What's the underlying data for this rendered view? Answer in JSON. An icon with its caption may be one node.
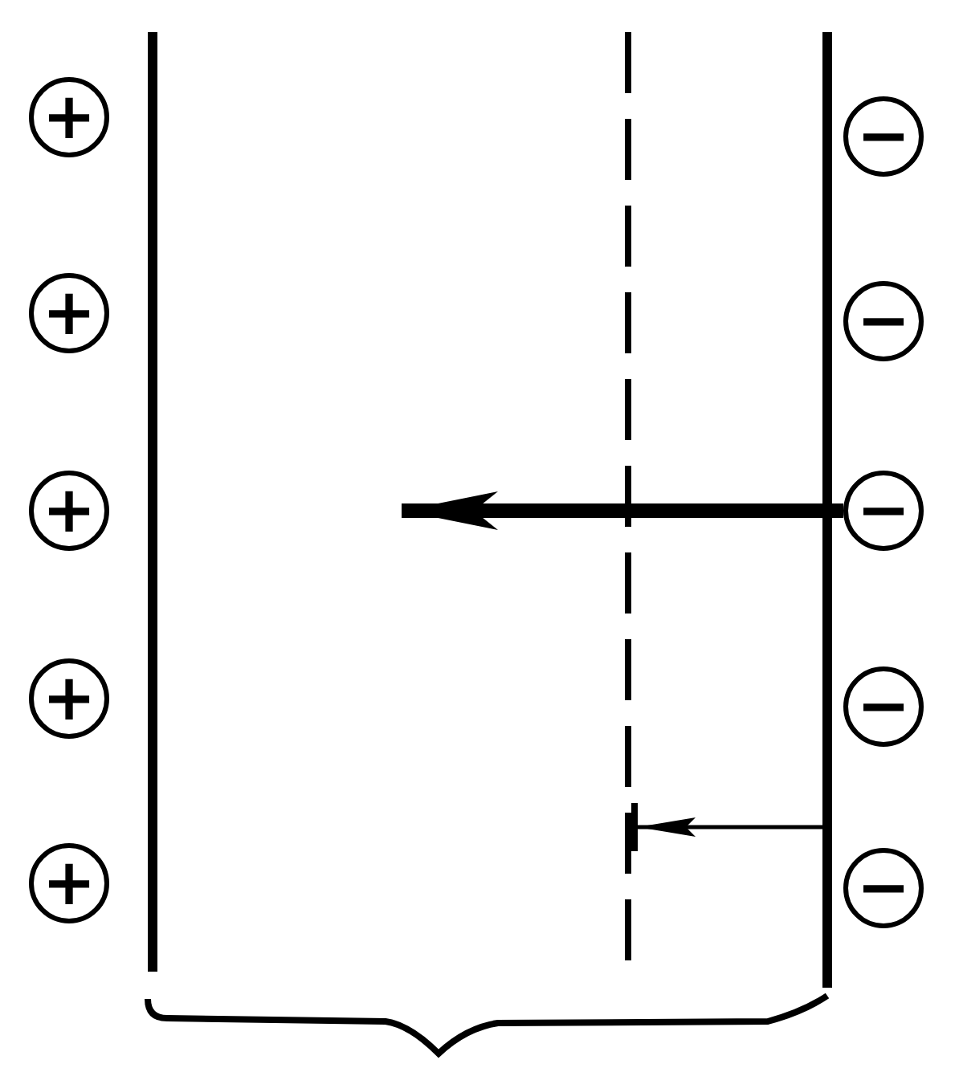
{
  "diagram": {
    "nodes": [
      {
        "text": [
          "+"
        ]
      },
      {
        "text": [
          "+"
        ]
      },
      {
        "text": [
          "+"
        ]
      },
      {
        "text": [
          "+"
        ]
      },
      {
        "text": [
          "+"
        ]
      },
      {
        "text": [
          "−"
        ]
      },
      {
        "text": [
          "−"
        ]
      },
      {
        "text": [
          "−"
        ]
      },
      {
        "text": [
          "−"
        ]
      },
      {
        "text": [
          "−"
        ]
      },
      {
        "text": [],
        "shape": "bar"
      },
      {
        "text": [],
        "shape": "line"
      },
      {
        "text": [],
        "shape": "bar"
      }
    ],
    "edges": [
      {
        "from": 7,
        "to": null,
        "arrow": "to",
        "style": "thick"
      },
      {
        "from": 12,
        "to": 11,
        "arrow": "to"
      }
    ]
  }
}
